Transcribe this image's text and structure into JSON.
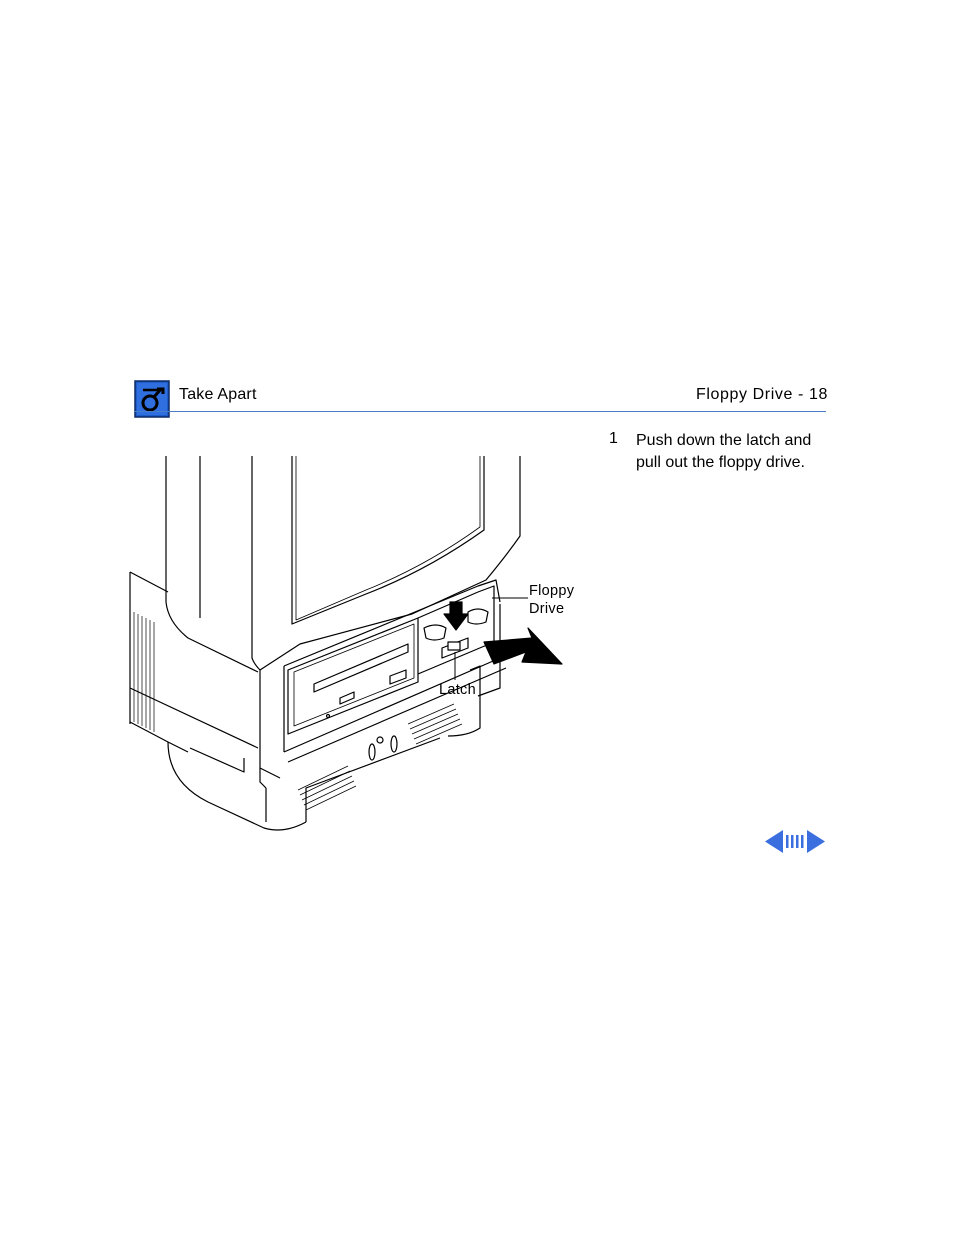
{
  "header": {
    "section_title": "Take Apart",
    "page_title": "Floppy Drive - 18",
    "logo_icon": "service-manual-wrench-icon",
    "rule_color": "#4a7fc8"
  },
  "step": {
    "number": "1",
    "text": "Push down the latch and pull out the floppy drive."
  },
  "illustration": {
    "callouts": {
      "floppy_drive": "Floppy\nDrive",
      "latch": "Latch"
    }
  },
  "nav": {
    "prev_icon": "left-arrow-icon",
    "browse_icon": "browse-bars-icon",
    "next_icon": "right-arrow-icon",
    "accent_color": "#3b6fe0"
  }
}
